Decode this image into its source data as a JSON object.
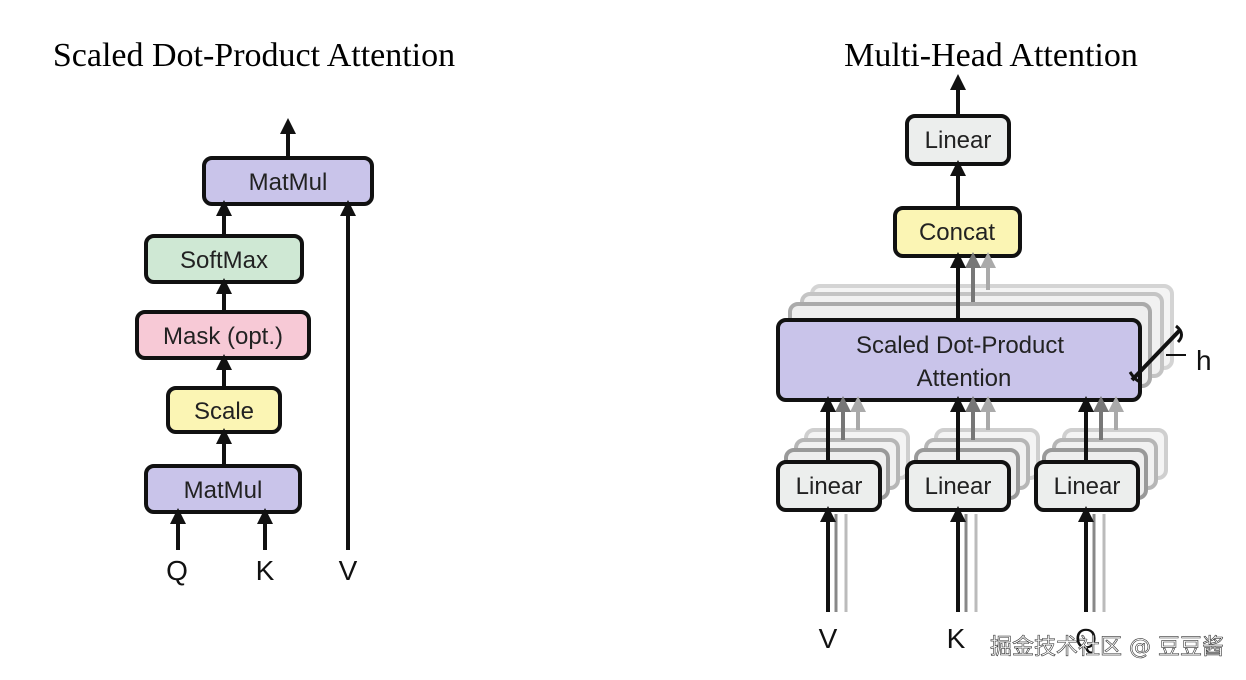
{
  "colors": {
    "purple": "#c9c4ea",
    "green": "#cfe8d4",
    "pink": "#f7c9d6",
    "yellow": "#fbf5b4",
    "gray": "#eceeed",
    "stroke": "#111111"
  },
  "left": {
    "title": "Scaled Dot-Product Attention",
    "matmul_top": "MatMul",
    "softmax": "SoftMax",
    "mask": "Mask (opt.)",
    "scale": "Scale",
    "matmul_bottom": "MatMul",
    "inputs": {
      "q": "Q",
      "k": "K",
      "v": "V"
    }
  },
  "right": {
    "title": "Multi-Head Attention",
    "linear_top": "Linear",
    "concat": "Concat",
    "attention_line1": "Scaled Dot-Product",
    "attention_line2": "Attention",
    "heads": "h",
    "linear_v": "Linear",
    "linear_k": "Linear",
    "linear_q": "Linear",
    "inputs": {
      "v": "V",
      "k": "K",
      "q": "Q"
    }
  },
  "watermark": "掘金技术社区 @ 豆豆酱"
}
